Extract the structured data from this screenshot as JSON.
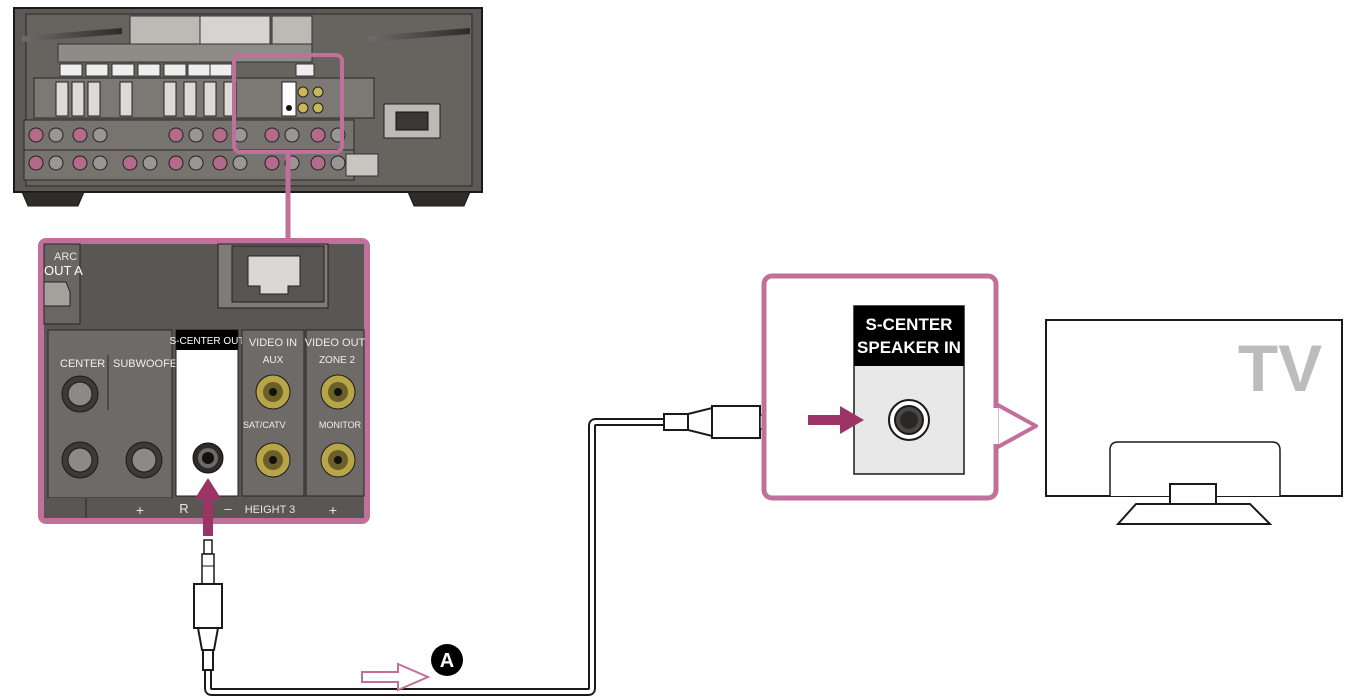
{
  "receiver_panel": {
    "labels": {
      "arc": "ARC",
      "out_a": "OUT A",
      "center": "CENTER",
      "subwoofer": "SUBWOOFER",
      "s_center_out": "S-CENTER OUT",
      "video_in": "VIDEO IN",
      "video_out": "VIDEO OUT",
      "aux": "AUX",
      "zone2": "ZONE 2",
      "sat_catv": "SAT/CATV",
      "monitor": "MONITOR",
      "plus_left": "+",
      "r": "R",
      "minus": "–",
      "height3": "HEIGHT 3",
      "plus_right": "+"
    }
  },
  "tv_panel": {
    "jack_label_line1": "S-CENTER",
    "jack_label_line2": "SPEAKER IN"
  },
  "tv": {
    "label": "TV"
  },
  "cable": {
    "callout": "A"
  },
  "colors": {
    "accent": "#c0709a",
    "arrow": "#9c3566",
    "panel_bg": "#5a5653",
    "panel_dark": "#3c3937",
    "outline": "#1a1a1a"
  }
}
